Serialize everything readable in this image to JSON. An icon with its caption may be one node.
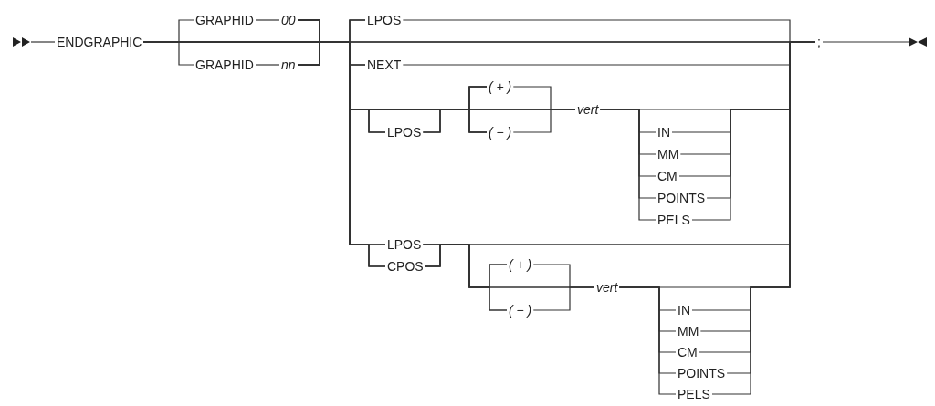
{
  "diagram": {
    "nodes": [
      {
        "text": [],
        "shape": "arrowhead"
      },
      {
        "text": [
          "ENDGRAPHIC"
        ]
      },
      {
        "text": [
          "GRAPHID"
        ]
      },
      {
        "text": [
          "00"
        ]
      },
      {
        "text": [
          "GRAPHID"
        ]
      },
      {
        "text": [
          "nn"
        ]
      },
      {
        "text": [
          "LPOS"
        ]
      },
      {
        "text": [
          "NEXT"
        ]
      },
      {
        "text": [
          "LPOS"
        ]
      },
      {
        "text": [
          "( + )"
        ]
      },
      {
        "text": [
          "( − )"
        ]
      },
      {
        "text": [
          "vert"
        ]
      },
      {
        "text": [
          "IN"
        ]
      },
      {
        "text": [
          "MM"
        ]
      },
      {
        "text": [
          "CM"
        ]
      },
      {
        "text": [
          "POINTS"
        ]
      },
      {
        "text": [
          "PELS"
        ]
      },
      {
        "text": [
          "LPOS"
        ]
      },
      {
        "text": [
          "CPOS"
        ]
      },
      {
        "text": [
          "( + )"
        ]
      },
      {
        "text": [
          "( − )"
        ]
      },
      {
        "text": [
          "vert"
        ]
      },
      {
        "text": [
          "IN"
        ]
      },
      {
        "text": [
          "MM"
        ]
      },
      {
        "text": [
          "CM"
        ]
      },
      {
        "text": [
          "POINTS"
        ]
      },
      {
        "text": [
          "PELS"
        ]
      },
      {
        "text": [
          ";"
        ]
      },
      {
        "text": [],
        "shape": "arrowhead"
      }
    ],
    "edges": [
      {
        "from": 0,
        "to": 1,
        "arrow": "none"
      },
      {
        "from": 1,
        "to": 2,
        "arrow": "none"
      },
      {
        "from": 2,
        "to": 3,
        "arrow": "none"
      },
      {
        "from": 1,
        "to": 4,
        "arrow": "none"
      },
      {
        "from": 4,
        "to": 5,
        "arrow": "none"
      },
      {
        "from": 1,
        "to": 6,
        "arrow": "none"
      },
      {
        "from": 1,
        "to": 7,
        "arrow": "none"
      },
      {
        "from": 1,
        "to": 8,
        "arrow": "none"
      },
      {
        "from": 1,
        "to": 9,
        "arrow": "none"
      },
      {
        "from": 1,
        "to": 10,
        "arrow": "none"
      },
      {
        "from": 1,
        "to": 11,
        "arrow": "none"
      },
      {
        "from": 1,
        "to": 17,
        "arrow": "none"
      },
      {
        "from": 1,
        "to": 18,
        "arrow": "none"
      },
      {
        "from": 1,
        "to": 27,
        "arrow": "none"
      },
      {
        "from": 3,
        "to": 6,
        "arrow": "none"
      },
      {
        "from": 3,
        "to": 7,
        "arrow": "none"
      },
      {
        "from": 3,
        "to": 8,
        "arrow": "none"
      },
      {
        "from": 3,
        "to": 9,
        "arrow": "none"
      },
      {
        "from": 3,
        "to": 10,
        "arrow": "none"
      },
      {
        "from": 3,
        "to": 11,
        "arrow": "none"
      },
      {
        "from": 3,
        "to": 17,
        "arrow": "none"
      },
      {
        "from": 3,
        "to": 18,
        "arrow": "none"
      },
      {
        "from": 3,
        "to": 27,
        "arrow": "none"
      },
      {
        "from": 5,
        "to": 6,
        "arrow": "none"
      },
      {
        "from": 5,
        "to": 7,
        "arrow": "none"
      },
      {
        "from": 5,
        "to": 8,
        "arrow": "none"
      },
      {
        "from": 5,
        "to": 9,
        "arrow": "none"
      },
      {
        "from": 5,
        "to": 10,
        "arrow": "none"
      },
      {
        "from": 5,
        "to": 11,
        "arrow": "none"
      },
      {
        "from": 5,
        "to": 17,
        "arrow": "none"
      },
      {
        "from": 5,
        "to": 18,
        "arrow": "none"
      },
      {
        "from": 5,
        "to": 27,
        "arrow": "none"
      },
      {
        "from": 8,
        "to": 9,
        "arrow": "none"
      },
      {
        "from": 8,
        "to": 10,
        "arrow": "none"
      },
      {
        "from": 8,
        "to": 11,
        "arrow": "none"
      },
      {
        "from": 9,
        "to": 11,
        "arrow": "none"
      },
      {
        "from": 10,
        "to": 11,
        "arrow": "none"
      },
      {
        "from": 11,
        "to": 12,
        "arrow": "none"
      },
      {
        "from": 11,
        "to": 13,
        "arrow": "none"
      },
      {
        "from": 11,
        "to": 14,
        "arrow": "none"
      },
      {
        "from": 11,
        "to": 15,
        "arrow": "none"
      },
      {
        "from": 11,
        "to": 16,
        "arrow": "none"
      },
      {
        "from": 11,
        "to": 27,
        "arrow": "none"
      },
      {
        "from": 12,
        "to": 27,
        "arrow": "none"
      },
      {
        "from": 13,
        "to": 27,
        "arrow": "none"
      },
      {
        "from": 14,
        "to": 27,
        "arrow": "none"
      },
      {
        "from": 15,
        "to": 27,
        "arrow": "none"
      },
      {
        "from": 16,
        "to": 27,
        "arrow": "none"
      },
      {
        "from": 6,
        "to": 27,
        "arrow": "none"
      },
      {
        "from": 7,
        "to": 27,
        "arrow": "none"
      },
      {
        "from": 17,
        "to": 19,
        "arrow": "none"
      },
      {
        "from": 17,
        "to": 20,
        "arrow": "none"
      },
      {
        "from": 17,
        "to": 21,
        "arrow": "none"
      },
      {
        "from": 17,
        "to": 27,
        "arrow": "none"
      },
      {
        "from": 18,
        "to": 19,
        "arrow": "none"
      },
      {
        "from": 18,
        "to": 20,
        "arrow": "none"
      },
      {
        "from": 18,
        "to": 21,
        "arrow": "none"
      },
      {
        "from": 18,
        "to": 27,
        "arrow": "none"
      },
      {
        "from": 19,
        "to": 21,
        "arrow": "none"
      },
      {
        "from": 20,
        "to": 21,
        "arrow": "none"
      },
      {
        "from": 21,
        "to": 22,
        "arrow": "none"
      },
      {
        "from": 21,
        "to": 23,
        "arrow": "none"
      },
      {
        "from": 21,
        "to": 24,
        "arrow": "none"
      },
      {
        "from": 21,
        "to": 25,
        "arrow": "none"
      },
      {
        "from": 21,
        "to": 26,
        "arrow": "none"
      },
      {
        "from": 21,
        "to": 27,
        "arrow": "none"
      },
      {
        "from": 22,
        "to": 27,
        "arrow": "none"
      },
      {
        "from": 23,
        "to": 27,
        "arrow": "none"
      },
      {
        "from": 24,
        "to": 27,
        "arrow": "none"
      },
      {
        "from": 25,
        "to": 27,
        "arrow": "none"
      },
      {
        "from": 26,
        "to": 27,
        "arrow": "none"
      },
      {
        "from": 27,
        "to": 28,
        "arrow": "none"
      }
    ]
  }
}
